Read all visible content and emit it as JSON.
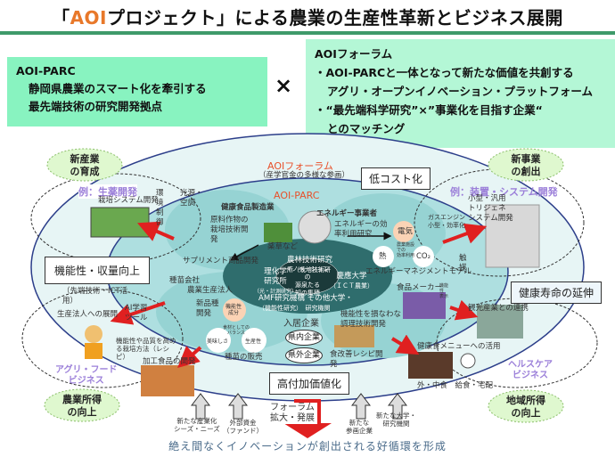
{
  "title": {
    "prefix": "「",
    "accent": "AOI",
    "rest": "プロジェクト」による農業の生産性革新とビジネス展開"
  },
  "colors": {
    "accent": "#e8782a",
    "rule": "#3f9a6a",
    "parc_box": "#88f3c0",
    "forum_box": "#b4f7d6",
    "outer_ellipse": "#e7f5f5",
    "inner_ellipse": "#8fd1d1",
    "core_ellipse": "#2f6d6d",
    "arrow_red": "#e02020",
    "purple": "#9b7fd9"
  },
  "parc_box": {
    "heading": "AOI-PARC",
    "line1": "静岡県農業のスマート化を牽引する",
    "line2": "最先端技術の研究開発拠点"
  },
  "times_symbol": "×",
  "forum_box": {
    "heading": "AOIフォーラム",
    "bullet1_a": "・AOI-PARCと一体となって新たな価値を共創する",
    "bullet1_b": "アグリ・オープンイノベーション・プラットフォーム",
    "bullet2_a": "・“最先端科学研究”×”事業化を目指す企業“",
    "bullet2_b": "とのマッチング"
  },
  "diagram": {
    "forum_label": "AOIフォーラム",
    "forum_sub": "（産学官金の多様な参画）",
    "parc_label": "AOI-PARC",
    "low_cost": "低コスト化",
    "function_yield": "機能性・収量向上",
    "health_life": "健康寿命の延伸",
    "high_value": "高付加価値化",
    "bursts": {
      "new_industry": [
        "新産業",
        "の育成"
      ],
      "new_business": [
        "新事業",
        "の創出"
      ],
      "farm_income": [
        "農業所得",
        "の向上"
      ],
      "regional_income": [
        "地域所得",
        "の向上"
      ]
    },
    "examples": {
      "crude_drug": "例：生薬開発",
      "device_system": "例：装置・システム開発"
    },
    "top_left": {
      "cultivation_system": "栽培システム開発",
      "env_control": [
        "環",
        "境",
        "制",
        "御"
      ],
      "light_air": [
        "光源・",
        "空調"
      ]
    },
    "health_food": {
      "title": "健康食品製造業",
      "raw_tech": [
        "原料作物の",
        "栽培技術開",
        "発"
      ],
      "herbs": "薬草など",
      "supplement": "サプリメント商品開発"
    },
    "energy": {
      "title": "エネルギー事業者",
      "efficiency": [
        "エネルギーの効",
        "率利用研究"
      ],
      "electricity": "電気",
      "heat": "熱",
      "co2": "CO₂",
      "center_text": [
        "農業施設",
        "での",
        "効率利用"
      ],
      "model": "エネルギーマネジメントモデル"
    },
    "right_top": {
      "trigen": [
        "小型・汎用",
        "トリジェネ",
        "システム開発"
      ],
      "gas_engine": [
        "ガスエンジン",
        "小型・効率化"
      ],
      "catalyst": [
        "触",
        "媒"
      ]
    },
    "core": {
      "riken": [
        "理化学",
        "研究所",
        "（光・計測研究）"
      ],
      "naro": [
        "農林技術研究",
        "所（栽培技術研"
      ],
      "keio": [
        "慶應大学",
        "（ＩＣＴ農業）"
      ],
      "amf": [
        "AMF研究機構 その他大学・",
        "（機能性研究）　研究機関"
      ],
      "center": [
        "イノベーションの",
        "源泉たる",
        "知の集積"
      ]
    },
    "seed": {
      "company": "種苗会社",
      "farm_corp": "農業生産法人",
      "new_variety": [
        "新品種",
        "開発"
      ],
      "functional": [
        "機能性",
        "成分"
      ],
      "taste": "美味しさ",
      "productivity": "生産性",
      "balance": [
        "食材としての",
        "バランス"
      ],
      "sales": "種苗の販売"
    },
    "tenants": {
      "label": "入居企業",
      "pref_in": "県内企業",
      "pref_out": "県外企業"
    },
    "food_maker": {
      "title": "食品メーカー",
      "functional_tag": [
        "機能",
        "性",
        "表示"
      ],
      "cooking": [
        "機能性を損なわな",
        "調理技術開発"
      ],
      "recipe": [
        "食改善レシピ開",
        "発"
      ]
    },
    "right_mid": {
      "tourism": "観光産業との連携",
      "menu": "健康食メニューへの活用",
      "dining": "外・中食　給食・宅配"
    },
    "left_mid": {
      "tech_note": [
        "（先端技術・ICT活",
        "用）"
      ],
      "farm_expand": "生産法人への展開",
      "ai_tool": [
        "AI学習",
        "ツール"
      ],
      "cultivation_method": [
        "機能性や品質を高め",
        "る栽培方法（レシ",
        "ピ）"
      ],
      "processed_food": "加工食品の開発"
    },
    "business": {
      "agri_food": [
        "アグリ・フード",
        "ビジネス"
      ],
      "healthcare": [
        "ヘルスケア",
        "ビジネス"
      ]
    },
    "inputs": {
      "seeds_needs": [
        "新たな産業化",
        "シーズ・ニーズ"
      ],
      "funding": [
        "外部資金",
        "（ファンド）"
      ],
      "new_companies": [
        "新たな",
        "参画企業"
      ],
      "new_universities": [
        "新たな大学・",
        "研究機関"
      ]
    },
    "forum_expand": [
      "フォーラム",
      "拡大・発展"
    ],
    "bottom_caption": "絶え間なくイノベーションが創出される好循環を形成"
  }
}
